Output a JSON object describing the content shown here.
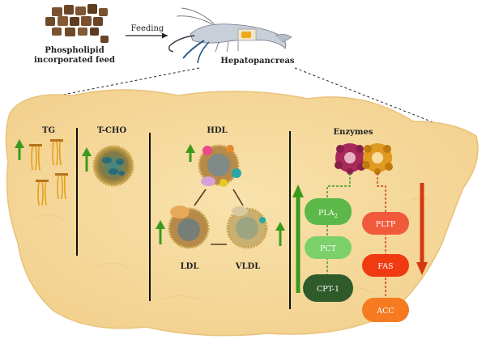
{
  "top": {
    "feed_label_line1": "Phospholipid",
    "feed_label_line2": "incorporated feed",
    "arrow_label": "Feeding",
    "organ_label": "Hepatopancreas"
  },
  "panels": {
    "tg": "TG",
    "tcho": "T-CHO",
    "hdl": "HDL",
    "ldl": "LDL",
    "vldl": "VLDL",
    "enzymes": "Enzymes"
  },
  "enzymes": {
    "up": [
      "PLA",
      "PCT",
      "CPT-1"
    ],
    "up_subscript": "2",
    "down": [
      "PLTP",
      "FAS",
      "ACC"
    ]
  },
  "colors": {
    "tissue": "#f5d99a",
    "tissue_edge": "#e8c27a",
    "up_arrow": "#3a9a1e",
    "down_arrow": "#d23a12",
    "pla2": "#5cb848",
    "pct": "#7bd06a",
    "cpt1": "#2f5a2a",
    "pltp": "#f05a3a",
    "fas": "#f03a12",
    "acc": "#f57a20"
  },
  "icons": [
    "feed-pellets-icon",
    "shrimp-icon",
    "triglyceride-icon",
    "cholesterol-particle-icon",
    "lipoprotein-icon",
    "enzyme-icon",
    "up-arrow-icon",
    "down-arrow-icon"
  ]
}
